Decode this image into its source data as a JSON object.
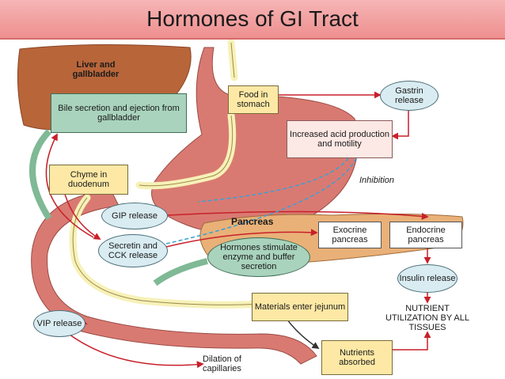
{
  "title": "Hormones of GI Tract",
  "labels": {
    "liver": "Liver and gallbladder",
    "bile": "Bile secretion and ejection from gallbladder",
    "food": "Food in stomach",
    "gastrin": "Gastrin release",
    "acid": "Increased acid production and motility",
    "inhibition": "Inhibition",
    "chyme": "Chyme in duodenum",
    "gip": "GIP release",
    "pancreas": "Pancreas",
    "exocrine": "Exocrine pancreas",
    "endocrine": "Endocrine pancreas",
    "secretin": "Secretin and CCK release",
    "hormones": "Hormones stimulate enzyme and buffer secretion",
    "insulin": "Insulin release",
    "jejunum": "Materials enter jejunum",
    "utilization": "NUTRIENT UTILIZATION BY ALL TISSUES",
    "vip": "VIP release",
    "nutrients": "Nutrients absorbed",
    "dilation": "Dilation of capillaries"
  },
  "colors": {
    "arrow_red": "#c8202a",
    "arrow_green": "#7fb995",
    "arrow_cream": "#f7f1b8",
    "inhibition_dash": "#3aa0d6",
    "stomach": "#d97a72",
    "liver": "#b8653a",
    "pancreas": "#e9b178"
  }
}
